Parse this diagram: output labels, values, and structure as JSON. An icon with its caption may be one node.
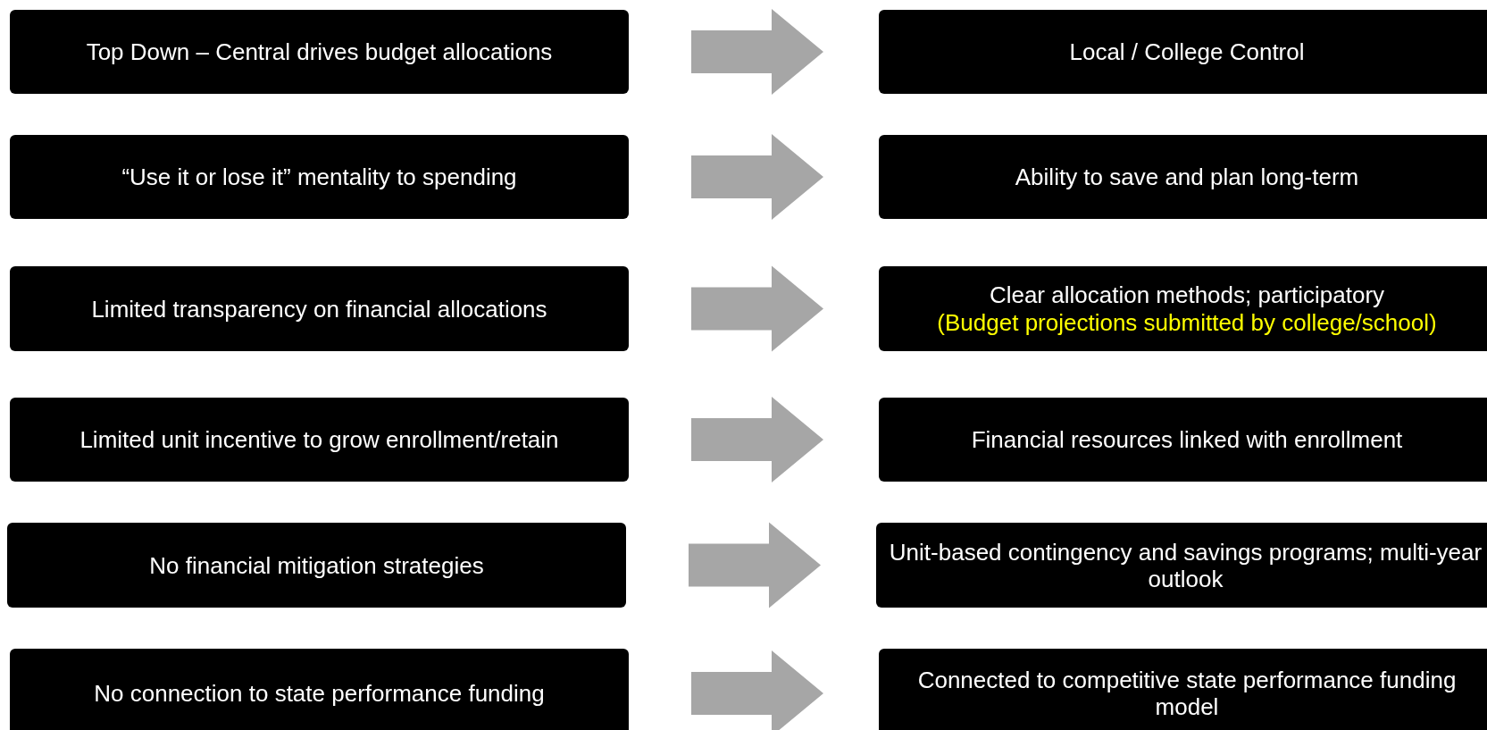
{
  "diagram": {
    "nodes": [
      {
        "text": [
          "Top Down – Central drives budget allocations"
        ]
      },
      {
        "text": [
          "Local / College Control"
        ]
      },
      {
        "text": [
          "“Use it or lose it” mentality to spending"
        ]
      },
      {
        "text": [
          "Ability to save and plan long-term"
        ]
      },
      {
        "text": [
          "Limited transparency on financial allocations"
        ]
      },
      {
        "text": [
          "Clear allocation methods; participatory",
          "(Budget projections submitted by college/school)"
        ]
      },
      {
        "text": [
          "Limited unit incentive to grow enrollment/retain"
        ]
      },
      {
        "text": [
          "Financial resources linked with enrollment"
        ]
      },
      {
        "text": [
          "No financial mitigation strategies"
        ]
      },
      {
        "text": [
          "Unit-based contingency and savings programs; multi-year outlook"
        ]
      },
      {
        "text": [
          "No connection to state performance funding"
        ]
      },
      {
        "text": [
          "Connected to competitive state performance funding model"
        ]
      }
    ],
    "edges": [
      {
        "from": 0,
        "to": 1,
        "arrow": "to"
      },
      {
        "from": 2,
        "to": 3,
        "arrow": "to"
      },
      {
        "from": 4,
        "to": 5,
        "arrow": "to"
      },
      {
        "from": 6,
        "to": 7,
        "arrow": "to"
      },
      {
        "from": 8,
        "to": 9,
        "arrow": "to"
      },
      {
        "from": 10,
        "to": 11,
        "arrow": "to"
      }
    ]
  }
}
